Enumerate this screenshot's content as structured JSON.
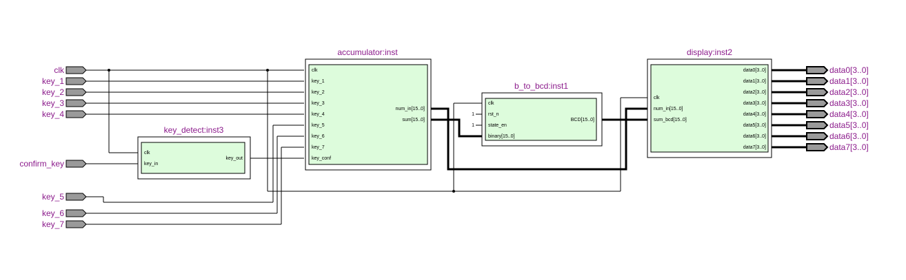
{
  "inputs": {
    "clk": "clk",
    "key_1": "key_1",
    "key_2": "key_2",
    "key_3": "key_3",
    "key_4": "key_4",
    "confirm_key": "confirm_key",
    "key_5": "key_5",
    "key_6": "key_6",
    "key_7": "key_7"
  },
  "outputs": [
    "data0[3..0]",
    "data1[3..0]",
    "data2[3..0]",
    "data3[3..0]",
    "data4[3..0]",
    "data5[3..0]",
    "data6[3..0]",
    "data7[3..0]"
  ],
  "accumulator": {
    "title": "accumulator:inst",
    "ports_in": [
      "clk",
      "key_1",
      "key_2",
      "key_3",
      "key_4",
      "key_5",
      "key_6",
      "key_7",
      "key_conf"
    ],
    "ports_out": [
      "num_in[15..0]",
      "sum[15..0]"
    ]
  },
  "key_detect": {
    "title": "key_detect:inst3",
    "ports_in": [
      "clk",
      "key_in"
    ],
    "port_out": "key_out"
  },
  "b_to_bcd": {
    "title": "b_to_bcd:inst1",
    "ports_in": [
      "clk",
      "rst_n",
      "state_en",
      "binary[15..0]"
    ],
    "port_out": "BCD[15..0]",
    "const_rst": "1",
    "const_state": "1"
  },
  "display": {
    "title": "display:inst2",
    "ports_in": [
      "clk",
      "num_in[15..0]",
      "sum_bcd[15..0]"
    ],
    "ports_out": [
      "data0[3..0]",
      "data1[3..0]",
      "data2[3..0]",
      "data3[3..0]",
      "data4[3..0]",
      "data5[3..0]",
      "data6[3..0]",
      "data7[3..0]"
    ]
  },
  "colors": {
    "label": "#8b1a8b",
    "block_fill": "#ddfcdc",
    "pin_fill": "#9a9a9a"
  }
}
